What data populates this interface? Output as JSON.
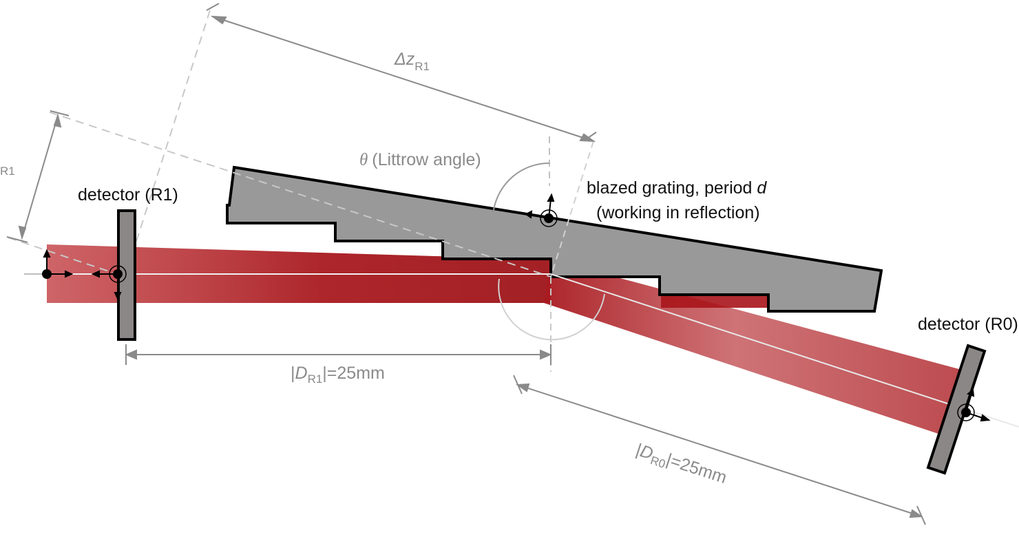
{
  "labels": {
    "littrow_symbol": "θ",
    "littrow_text": "(Littrow angle)",
    "delta_z_base": "Δz",
    "delta_z_sub": "R1",
    "left_edge_sub": "R1",
    "detector_r1": "detector (R1)",
    "detector_r0": "detector (R0)",
    "grating_line1_prefix": "blazed grating, period ",
    "grating_period_symbol": "d",
    "grating_line2": "(working in reflection)",
    "dr1_open": "|",
    "dr1_letter": "D",
    "dr1_sub": "R1",
    "dr1_close": "|=25mm",
    "dr0_open": "|",
    "dr0_letter": "D",
    "dr0_sub": "R0",
    "dr0_close": "|=25mm"
  },
  "colors": {
    "beam": "#a8151b",
    "grating_fill": "#999999",
    "detector_fill": "#8c8787",
    "dimension_gray": "#8a8a8a",
    "outline": "#000000"
  }
}
